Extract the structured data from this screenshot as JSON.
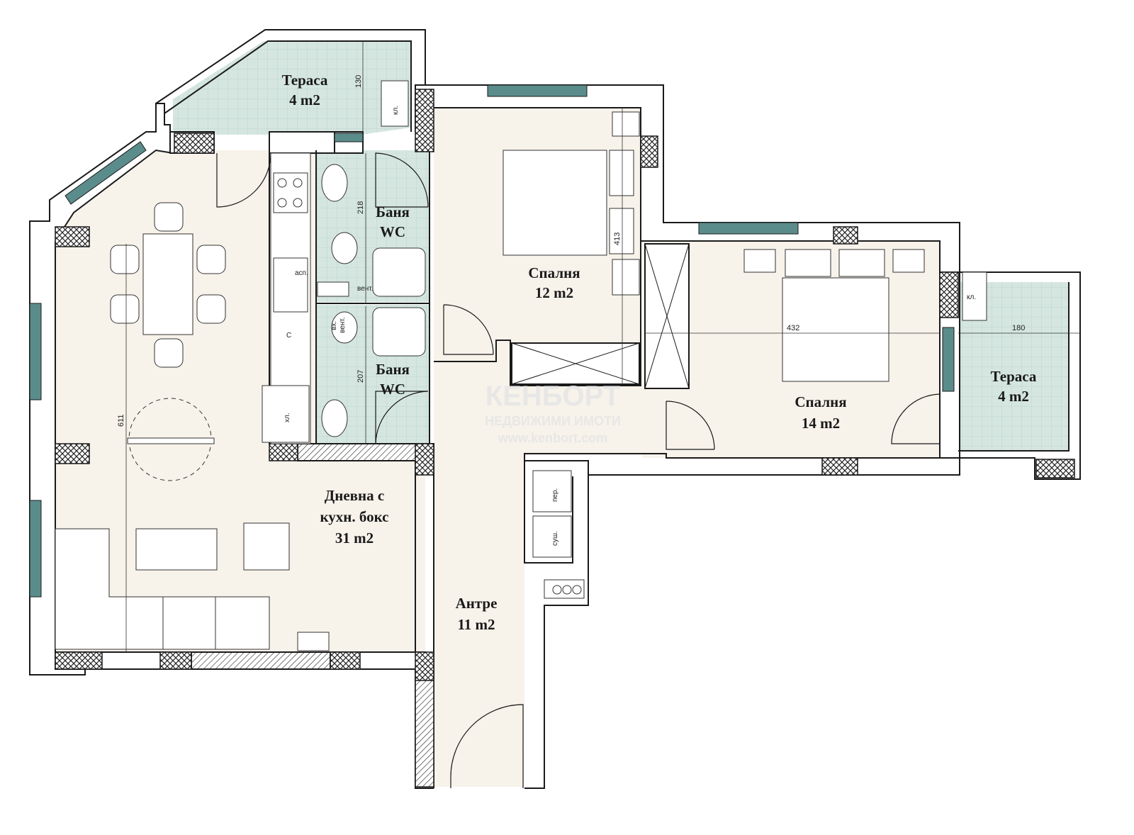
{
  "rooms": {
    "terrace_top": {
      "name": "Тераса",
      "area": "4 m2"
    },
    "bath_upper": {
      "name": "Баня",
      "sub": "WC"
    },
    "bath_lower": {
      "name": "Баня",
      "sub": "WC"
    },
    "bedroom_small": {
      "name": "Спалня",
      "area": "12 m2"
    },
    "bedroom_large": {
      "name": "Спалня",
      "area": "14 m2"
    },
    "terrace_right": {
      "name": "Тераса",
      "area": "4 m2"
    },
    "living": {
      "line1": "Дневна с",
      "line2": "кухн. бокс",
      "area": "31 m2"
    },
    "hall": {
      "name": "Антре",
      "area": "11 m2"
    }
  },
  "dimensions": {
    "terrace_top_depth": "130",
    "bath_upper_len": "218",
    "bath_lower_len": "207",
    "bedroom_small_len": "413",
    "bedroom_large_len": "432",
    "terrace_right_len": "180",
    "living_len": "611"
  },
  "tags": {
    "storage_top": "кл.",
    "storage_right": "кл.",
    "wardrobe_kitchen": "хл.",
    "kitchen_c": "С",
    "hood": "асп.",
    "vent_upper": "вент.",
    "vent_lower": "вент.",
    "inlet": "вх.",
    "washer": "пер.",
    "dryer": "суш."
  },
  "watermark": {
    "line1": "КЕНБОРТ",
    "line2": "НЕДВИЖИМИ ИМОТИ",
    "line3": "www.kenbort.com"
  },
  "colors": {
    "wall": "#ffffff",
    "floor": "#f7f2ea",
    "tile": "#d5e6e0",
    "window": "#5b8c8c",
    "line": "#1a1a1a"
  }
}
